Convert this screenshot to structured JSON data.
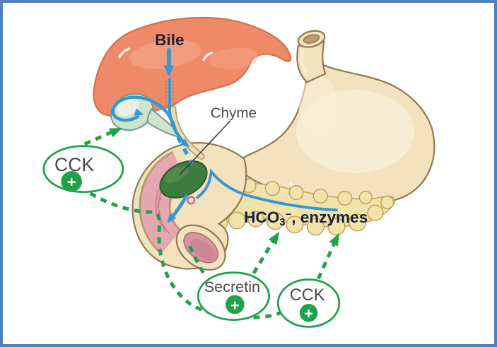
{
  "figure": {
    "type": "digestive-hormone-regulation-diagram",
    "labels": {
      "bile": "Bile",
      "chyme": "Chyme",
      "hco3_prefix": "HCO",
      "hco3_sub": "3",
      "hco3_sup": "−",
      "hco3_suffix": ", enzymes"
    },
    "bubbles": [
      {
        "label": "CCK",
        "sign": "+"
      },
      {
        "label": "Secretin",
        "sign": "+"
      },
      {
        "label": "CCK",
        "sign": "+"
      }
    ],
    "colors": {
      "frame": "#4f81bd",
      "background": "#ffffff",
      "liver": "#ef8a68",
      "liver_outline": "#d5704f",
      "organ_cream": "#f2e2bd",
      "organ_outline": "#8d7851",
      "pancreas": "#f1e3a9",
      "pancreas_outline": "#c0a260",
      "gallbladder": "#cfe2cb",
      "gallbladder_outline": "#6e9a86",
      "lumen_pink": "#e6a8b0",
      "lumen_deep": "#d793a0",
      "chyme_green": "#3e7b3f",
      "chyme_outline": "#2c5a2e",
      "duct_blue": "#3598d4",
      "duct_casing": "#b99a6d",
      "duct_inner": "#ecd9b0",
      "signal_green": "#1fa24a",
      "text_dark": "#1d2038",
      "text_gray": "#4a4a4a"
    }
  }
}
